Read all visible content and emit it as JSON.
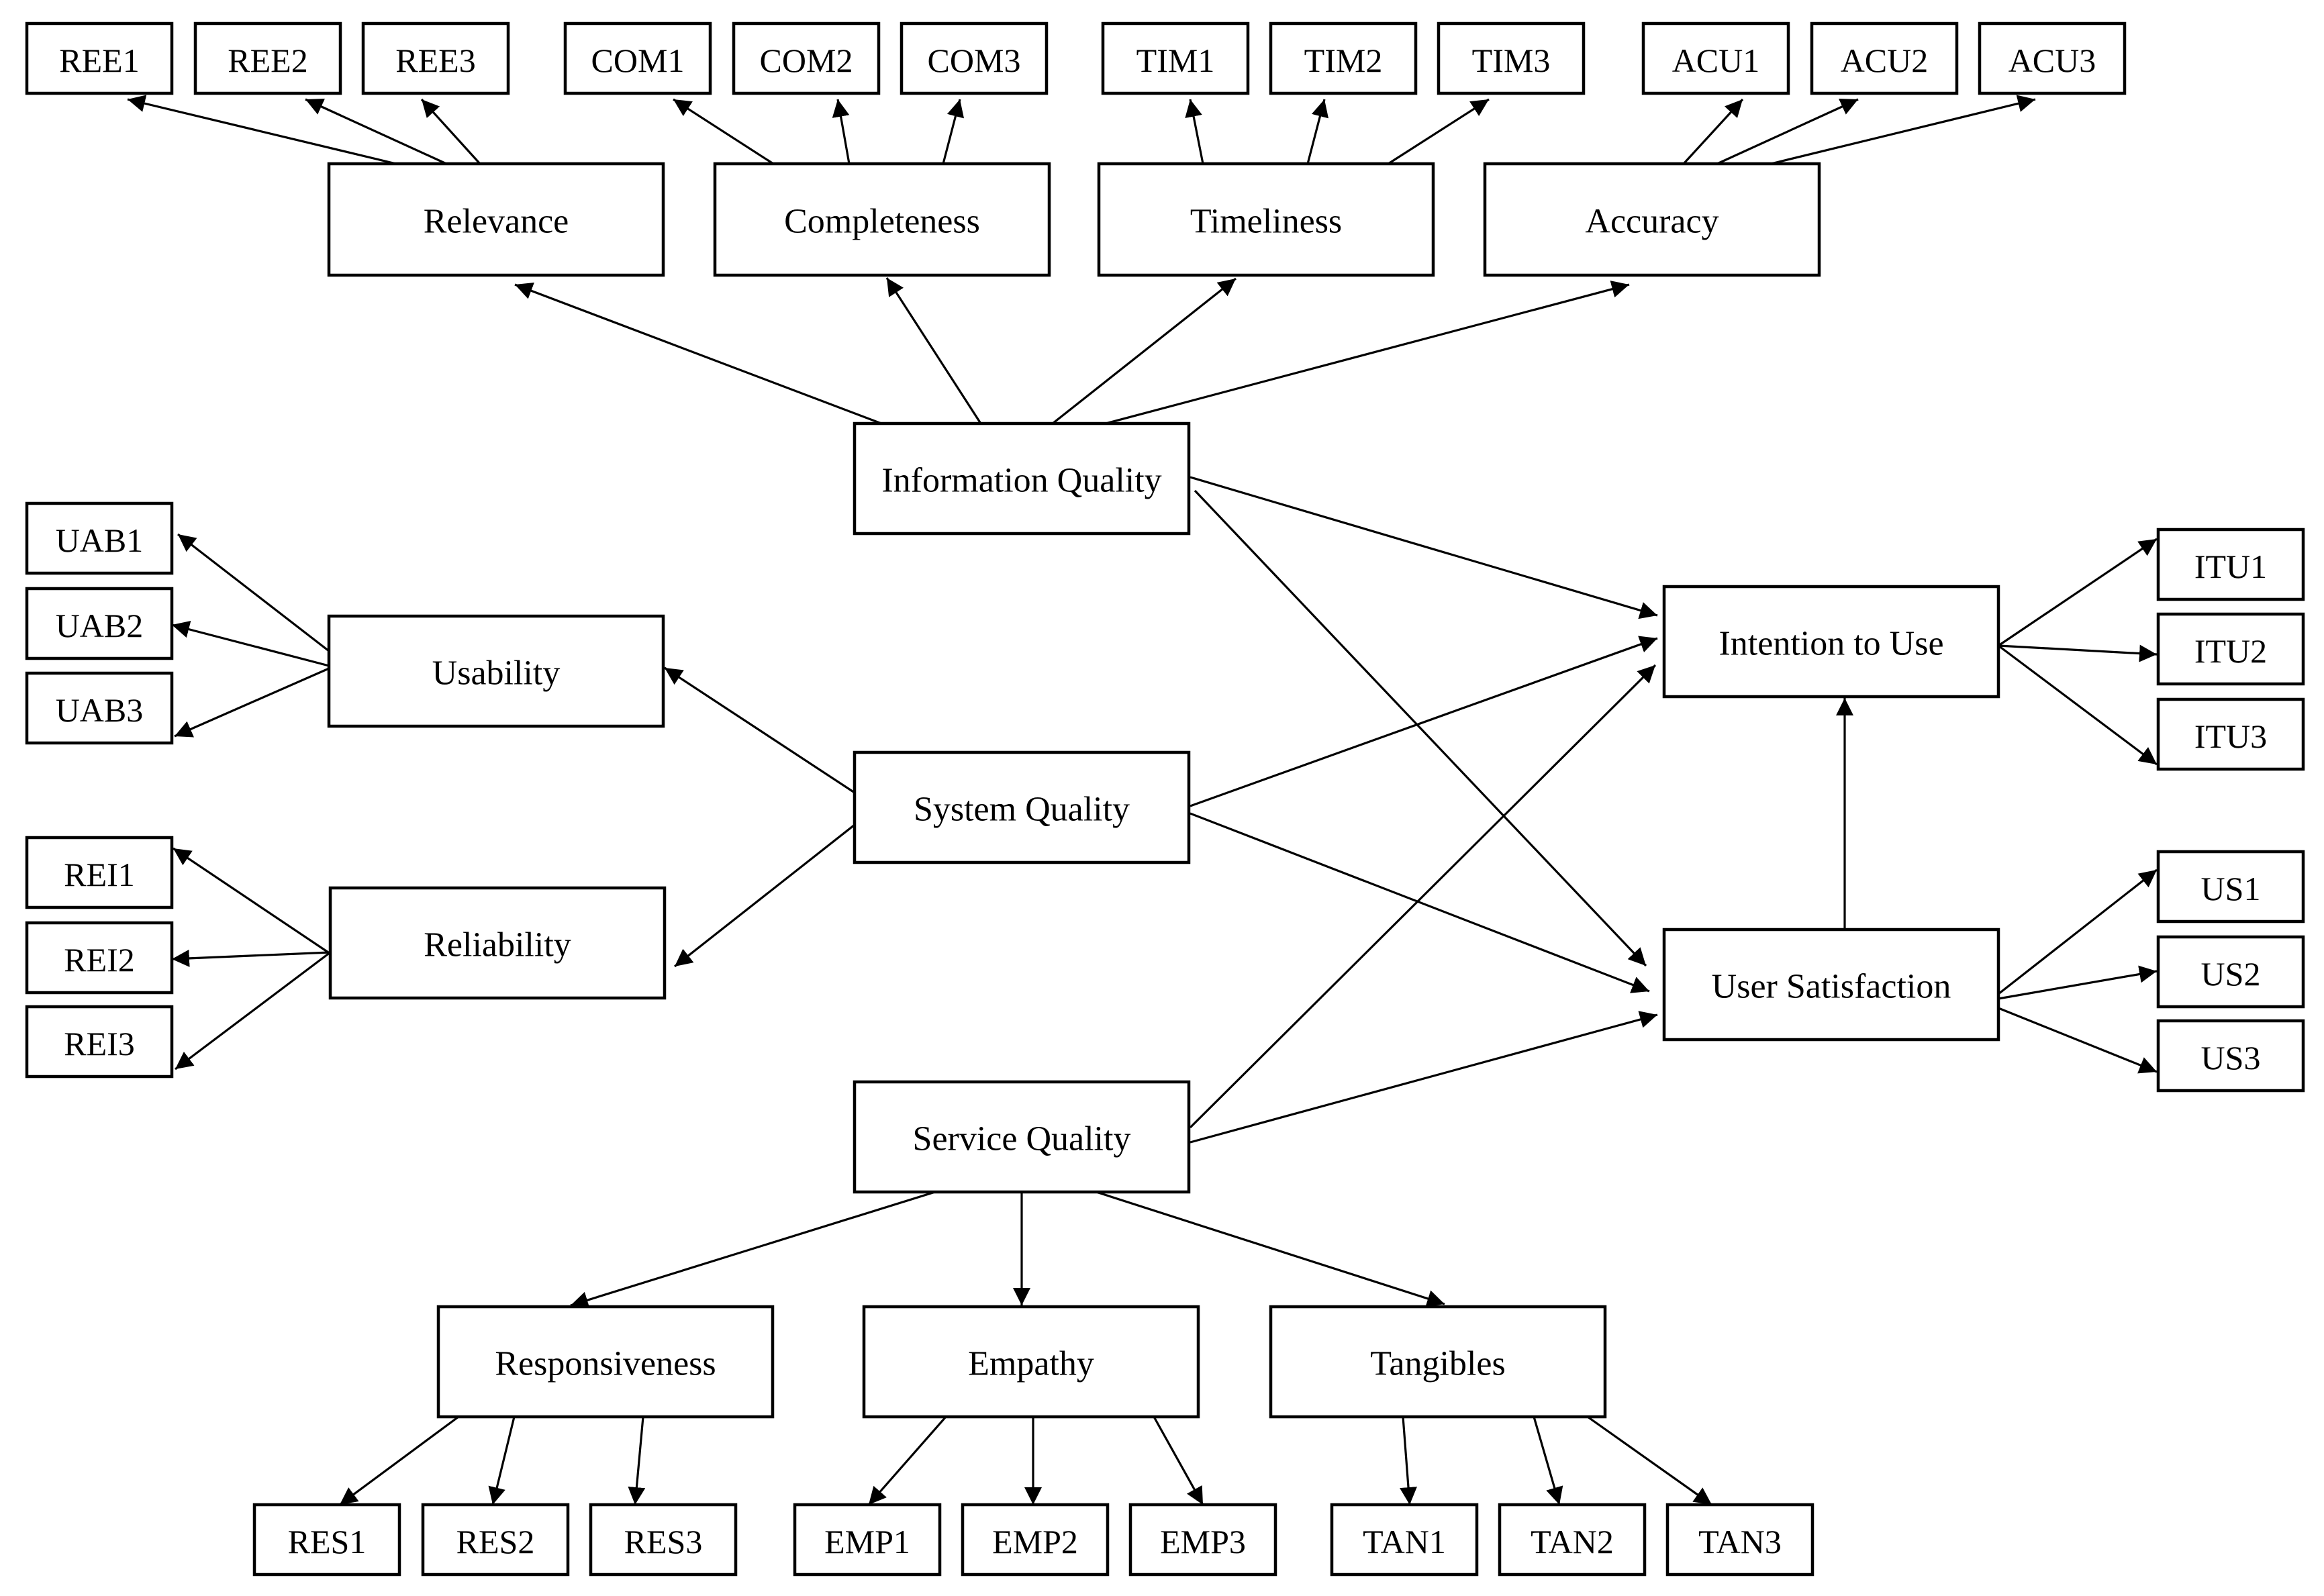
{
  "diagram": {
    "nodes": [
      {
        "id": "info_quality",
        "label": "Information Quality"
      },
      {
        "id": "system_quality",
        "label": "System Quality"
      },
      {
        "id": "service_quality",
        "label": "Service Quality"
      },
      {
        "id": "relevance",
        "label": "Relevance"
      },
      {
        "id": "completeness",
        "label": "Completeness"
      },
      {
        "id": "timeliness",
        "label": "Timeliness"
      },
      {
        "id": "accuracy",
        "label": "Accuracy"
      },
      {
        "id": "usability",
        "label": "Usability"
      },
      {
        "id": "reliability",
        "label": "Reliability"
      },
      {
        "id": "responsiveness",
        "label": "Responsiveness"
      },
      {
        "id": "empathy",
        "label": "Empathy"
      },
      {
        "id": "tangibles",
        "label": "Tangibles"
      },
      {
        "id": "intention_to_use",
        "label": "Intention to Use"
      },
      {
        "id": "user_satisfaction",
        "label": "User Satisfaction"
      },
      {
        "id": "ree1",
        "label": "REE1"
      },
      {
        "id": "ree2",
        "label": "REE2"
      },
      {
        "id": "ree3",
        "label": "REE3"
      },
      {
        "id": "com1",
        "label": "COM1"
      },
      {
        "id": "com2",
        "label": "COM2"
      },
      {
        "id": "com3",
        "label": "COM3"
      },
      {
        "id": "tim1",
        "label": "TIM1"
      },
      {
        "id": "tim2",
        "label": "TIM2"
      },
      {
        "id": "tim3",
        "label": "TIM3"
      },
      {
        "id": "acu1",
        "label": "ACU1"
      },
      {
        "id": "acu2",
        "label": "ACU2"
      },
      {
        "id": "acu3",
        "label": "ACU3"
      },
      {
        "id": "uab1",
        "label": "UAB1"
      },
      {
        "id": "uab2",
        "label": "UAB2"
      },
      {
        "id": "uab3",
        "label": "UAB3"
      },
      {
        "id": "rei1",
        "label": "REI1"
      },
      {
        "id": "rei2",
        "label": "REI2"
      },
      {
        "id": "rei3",
        "label": "REI3"
      },
      {
        "id": "itu1",
        "label": "ITU1"
      },
      {
        "id": "itu2",
        "label": "ITU2"
      },
      {
        "id": "itu3",
        "label": "ITU3"
      },
      {
        "id": "us1",
        "label": "US1"
      },
      {
        "id": "us2",
        "label": "US2"
      },
      {
        "id": "us3",
        "label": "US3"
      },
      {
        "id": "res1",
        "label": "RES1"
      },
      {
        "id": "res2",
        "label": "RES2"
      },
      {
        "id": "res3",
        "label": "RES3"
      },
      {
        "id": "emp1",
        "label": "EMP1"
      },
      {
        "id": "emp2",
        "label": "EMP2"
      },
      {
        "id": "emp3",
        "label": "EMP3"
      },
      {
        "id": "tan1",
        "label": "TAN1"
      },
      {
        "id": "tan2",
        "label": "TAN2"
      },
      {
        "id": "tan3",
        "label": "TAN3"
      }
    ],
    "edges": [
      {
        "from": "relevance",
        "to": "ree1"
      },
      {
        "from": "relevance",
        "to": "ree2"
      },
      {
        "from": "relevance",
        "to": "ree3"
      },
      {
        "from": "completeness",
        "to": "com1"
      },
      {
        "from": "completeness",
        "to": "com2"
      },
      {
        "from": "completeness",
        "to": "com3"
      },
      {
        "from": "timeliness",
        "to": "tim1"
      },
      {
        "from": "timeliness",
        "to": "tim2"
      },
      {
        "from": "timeliness",
        "to": "tim3"
      },
      {
        "from": "accuracy",
        "to": "acu1"
      },
      {
        "from": "accuracy",
        "to": "acu2"
      },
      {
        "from": "accuracy",
        "to": "acu3"
      },
      {
        "from": "info_quality",
        "to": "relevance"
      },
      {
        "from": "info_quality",
        "to": "completeness"
      },
      {
        "from": "info_quality",
        "to": "timeliness"
      },
      {
        "from": "info_quality",
        "to": "accuracy"
      },
      {
        "from": "info_quality",
        "to": "intention_to_use"
      },
      {
        "from": "info_quality",
        "to": "user_satisfaction"
      },
      {
        "from": "system_quality",
        "to": "usability"
      },
      {
        "from": "system_quality",
        "to": "reliability"
      },
      {
        "from": "system_quality",
        "to": "intention_to_use"
      },
      {
        "from": "system_quality",
        "to": "user_satisfaction"
      },
      {
        "from": "usability",
        "to": "uab1"
      },
      {
        "from": "usability",
        "to": "uab2"
      },
      {
        "from": "usability",
        "to": "uab3"
      },
      {
        "from": "reliability",
        "to": "rei1"
      },
      {
        "from": "reliability",
        "to": "rei2"
      },
      {
        "from": "reliability",
        "to": "rei3"
      },
      {
        "from": "service_quality",
        "to": "intention_to_use"
      },
      {
        "from": "service_quality",
        "to": "user_satisfaction"
      },
      {
        "from": "service_quality",
        "to": "responsiveness"
      },
      {
        "from": "service_quality",
        "to": "empathy"
      },
      {
        "from": "service_quality",
        "to": "tangibles"
      },
      {
        "from": "user_satisfaction",
        "to": "intention_to_use"
      },
      {
        "from": "intention_to_use",
        "to": "itu1"
      },
      {
        "from": "intention_to_use",
        "to": "itu2"
      },
      {
        "from": "intention_to_use",
        "to": "itu3"
      },
      {
        "from": "user_satisfaction",
        "to": "us1"
      },
      {
        "from": "user_satisfaction",
        "to": "us2"
      },
      {
        "from": "user_satisfaction",
        "to": "us3"
      },
      {
        "from": "responsiveness",
        "to": "res1"
      },
      {
        "from": "responsiveness",
        "to": "res2"
      },
      {
        "from": "responsiveness",
        "to": "res3"
      },
      {
        "from": "empathy",
        "to": "emp1"
      },
      {
        "from": "empathy",
        "to": "emp2"
      },
      {
        "from": "empathy",
        "to": "emp3"
      },
      {
        "from": "tangibles",
        "to": "tan1"
      },
      {
        "from": "tangibles",
        "to": "tan2"
      },
      {
        "from": "tangibles",
        "to": "tan3"
      }
    ]
  }
}
